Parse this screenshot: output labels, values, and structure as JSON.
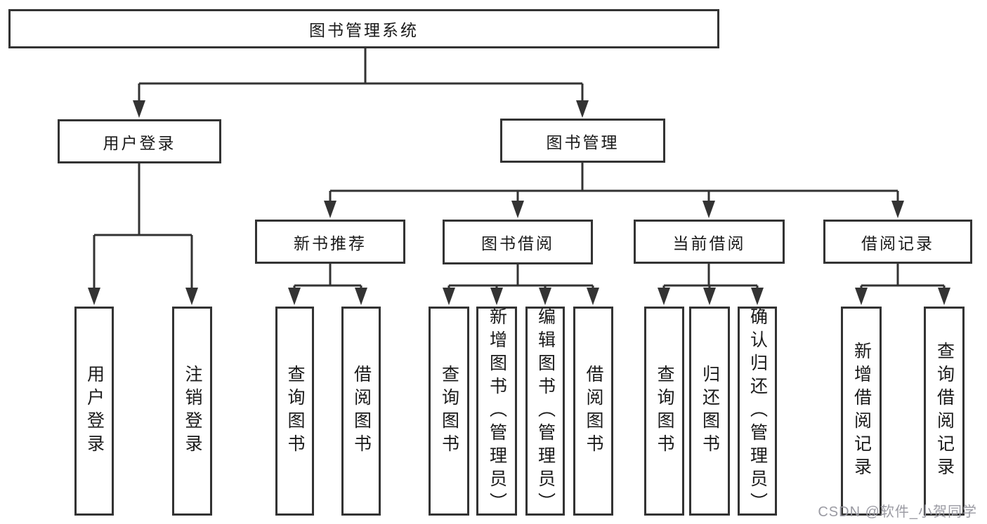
{
  "diagram": {
    "root": {
      "label": "图书管理系统"
    },
    "level2": [
      {
        "label": "用户登录"
      },
      {
        "label": "图书管理"
      }
    ],
    "level3": [
      {
        "label": "新书推荐"
      },
      {
        "label": "图书借阅"
      },
      {
        "label": "当前借阅"
      },
      {
        "label": "借阅记录"
      }
    ],
    "leaves": {
      "user_login": [
        {
          "label": "用户登录"
        },
        {
          "label": "注销登录"
        }
      ],
      "new_books": [
        {
          "label": "查询图书"
        },
        {
          "label": "借阅图书"
        }
      ],
      "book_borrow": [
        {
          "label": "查询图书"
        },
        {
          "label": "新增图书（管理员）"
        },
        {
          "label": "编辑图书（管理员）"
        },
        {
          "label": "借阅图书"
        }
      ],
      "current_borrow": [
        {
          "label": "查询图书"
        },
        {
          "label": "归还图书"
        },
        {
          "label": "确认归还（管理员）"
        }
      ],
      "borrow_records": [
        {
          "label": "新增借阅记录"
        },
        {
          "label": "查询借阅记录"
        }
      ]
    },
    "colors": {
      "line": "#333333",
      "box_border": "#333333",
      "text": "#1a1a1a",
      "background": "#ffffff",
      "watermark": "#9b9ba3"
    }
  },
  "watermark": {
    "text": "CSDN @软件_小贺同学"
  }
}
